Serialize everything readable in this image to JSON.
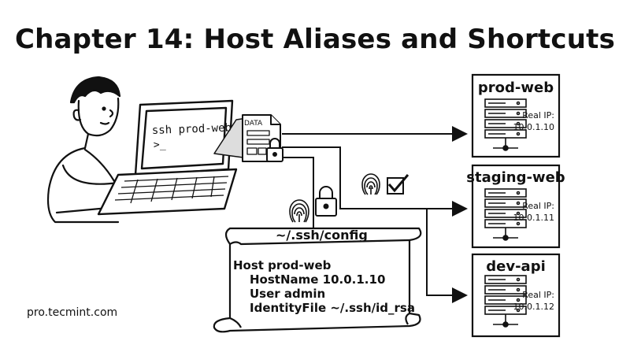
{
  "title": "Chapter 14: Host Aliases and Shortcuts",
  "laptop": {
    "command": "ssh prod-web",
    "prompt": ">_"
  },
  "data_packet": {
    "label": "DATA"
  },
  "config": {
    "filename": "~/.ssh/config",
    "lines": [
      "Host prod-web",
      "HostName 10.0.1.10",
      "User admin",
      "IdentityFile ~/.ssh/id_rsa"
    ]
  },
  "servers": [
    {
      "name": "prod-web",
      "ip_label": "Real IP:",
      "ip": "10.0.1.10"
    },
    {
      "name": "staging-web",
      "ip_label": "Real IP:",
      "ip": "10.0.1.11"
    },
    {
      "name": "dev-api",
      "ip_label": "Real IP:",
      "ip": "10.0.1.12"
    }
  ],
  "footer": "pro.tecmint.com",
  "icons": [
    "fingerprint-icon",
    "padlock-icon",
    "checkmark-icon"
  ]
}
